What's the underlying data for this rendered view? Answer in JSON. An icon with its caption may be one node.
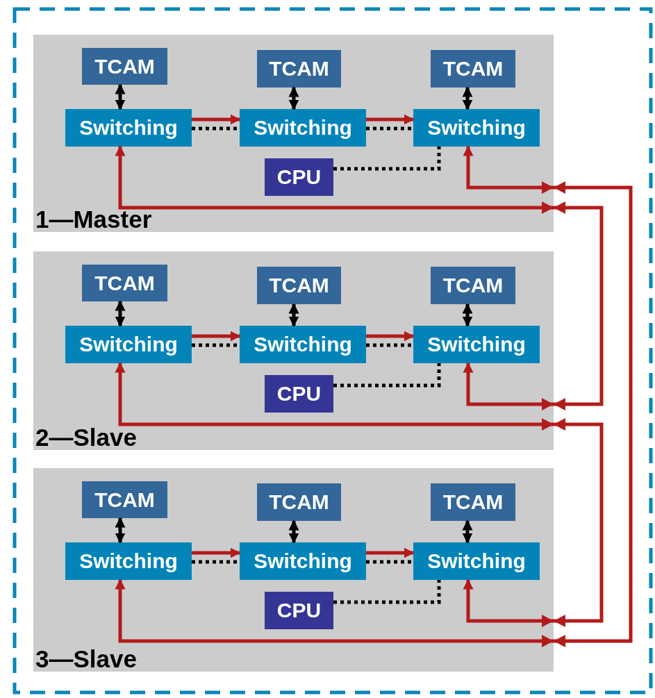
{
  "diagram": {
    "nodes": [
      {
        "text": [],
        "shape": "box"
      },
      {
        "text": [
          "1—Master"
        ],
        "in": 0
      },
      {
        "text": [
          "TCAM"
        ],
        "in": 1
      },
      {
        "text": [
          "TCAM"
        ],
        "in": 1
      },
      {
        "text": [
          "TCAM"
        ],
        "in": 1
      },
      {
        "text": [
          "Switching"
        ],
        "in": 1
      },
      {
        "text": [
          "Switching"
        ],
        "in": 1
      },
      {
        "text": [
          "Switching"
        ],
        "in": 1
      },
      {
        "text": [
          "CPU"
        ],
        "in": 1
      },
      {
        "text": [
          "2—Slave"
        ],
        "in": 0
      },
      {
        "text": [
          "TCAM"
        ],
        "in": 9
      },
      {
        "text": [
          "TCAM"
        ],
        "in": 9
      },
      {
        "text": [
          "TCAM"
        ],
        "in": 9
      },
      {
        "text": [
          "Switching"
        ],
        "in": 9
      },
      {
        "text": [
          "Switching"
        ],
        "in": 9
      },
      {
        "text": [
          "Switching"
        ],
        "in": 9
      },
      {
        "text": [
          "CPU"
        ],
        "in": 9
      },
      {
        "text": [
          "3—Slave"
        ],
        "in": 0
      },
      {
        "text": [
          "TCAM"
        ],
        "in": 17
      },
      {
        "text": [
          "TCAM"
        ],
        "in": 17
      },
      {
        "text": [
          "TCAM"
        ],
        "in": 17
      },
      {
        "text": [
          "Switching"
        ],
        "in": 17
      },
      {
        "text": [
          "Switching"
        ],
        "in": 17
      },
      {
        "text": [
          "Switching"
        ],
        "in": 17
      },
      {
        "text": [
          "CPU"
        ],
        "in": 17
      }
    ],
    "edges": [
      {
        "from": 2,
        "to": 5,
        "arrow": "both"
      },
      {
        "from": 3,
        "to": 6,
        "arrow": "both"
      },
      {
        "from": 4,
        "to": 7,
        "arrow": "both"
      },
      {
        "from": 5,
        "to": 6,
        "arrow": "to",
        "color": "#b31b1b"
      },
      {
        "from": 6,
        "to": 7,
        "arrow": "to",
        "color": "#b31b1b"
      },
      {
        "from": 5,
        "to": 6,
        "arrow": "none",
        "style": "dashed"
      },
      {
        "from": 6,
        "to": 7,
        "arrow": "none",
        "style": "dashed"
      },
      {
        "from": 8,
        "to": 7,
        "arrow": "none",
        "style": "dashed"
      },
      {
        "from": 10,
        "to": 13,
        "arrow": "both"
      },
      {
        "from": 11,
        "to": 14,
        "arrow": "both"
      },
      {
        "from": 12,
        "to": 15,
        "arrow": "both"
      },
      {
        "from": 13,
        "to": 14,
        "arrow": "to",
        "color": "#b31b1b"
      },
      {
        "from": 14,
        "to": 15,
        "arrow": "to",
        "color": "#b31b1b"
      },
      {
        "from": 13,
        "to": 14,
        "arrow": "none",
        "style": "dashed"
      },
      {
        "from": 14,
        "to": 15,
        "arrow": "none",
        "style": "dashed"
      },
      {
        "from": 16,
        "to": 15,
        "arrow": "none",
        "style": "dashed"
      },
      {
        "from": 18,
        "to": 21,
        "arrow": "both"
      },
      {
        "from": 19,
        "to": 22,
        "arrow": "both"
      },
      {
        "from": 20,
        "to": 23,
        "arrow": "both"
      },
      {
        "from": 21,
        "to": 22,
        "arrow": "to",
        "color": "#b31b1b"
      },
      {
        "from": 22,
        "to": 23,
        "arrow": "to",
        "color": "#b31b1b"
      },
      {
        "from": 21,
        "to": 22,
        "arrow": "none",
        "style": "dashed"
      },
      {
        "from": 22,
        "to": 23,
        "arrow": "none",
        "style": "dashed"
      },
      {
        "from": 24,
        "to": 23,
        "arrow": "none",
        "style": "dashed"
      },
      {
        "from": 7,
        "to": 21,
        "arrow": "both",
        "color": "#b31b1b"
      },
      {
        "from": 5,
        "to": 15,
        "arrow": "both",
        "color": "#b31b1b"
      },
      {
        "from": 13,
        "to": 23,
        "arrow": "both",
        "color": "#b31b1b"
      }
    ]
  }
}
